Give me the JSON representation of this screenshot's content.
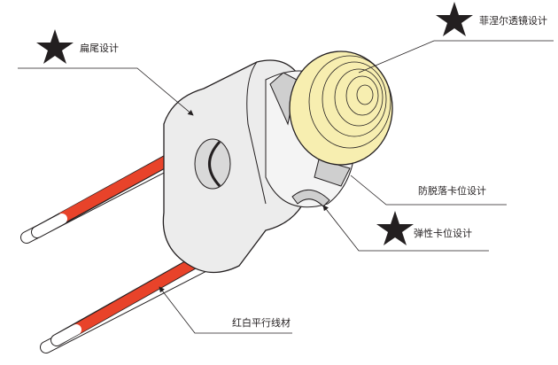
{
  "callouts": {
    "flat_tail": "扁尾设计",
    "fresnel_lens": "菲涅尔透镜设计",
    "anti_drop_clip": "防脱落卡位设计",
    "elastic_clip": "弹性卡位设计",
    "wire": "红白平行线材"
  },
  "colors": {
    "wire_red": "#e8432a",
    "lens": "#f7eeb0",
    "body": "#ececec",
    "star": "#231f20"
  }
}
